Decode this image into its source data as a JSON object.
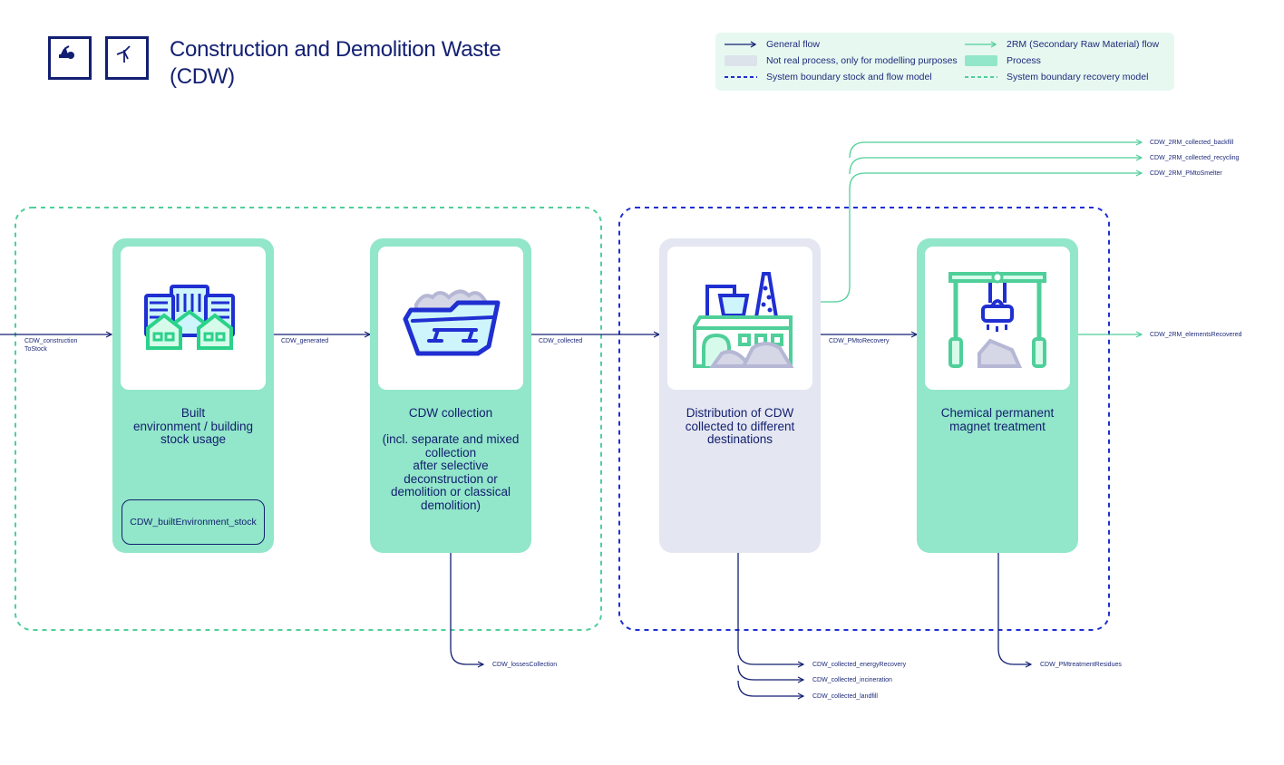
{
  "header": {
    "title_line1": "Construction and Demolition Waste",
    "title_line2": "(CDW)",
    "logos": [
      "excavator-icon",
      "wind-turbine-icon"
    ]
  },
  "legend": {
    "general_flow": "General flow",
    "not_real_process": "Not real process, only for modelling purposes",
    "system_boundary_stock": "System boundary stock and flow model",
    "rm_flow": "2RM (Secondary Raw Material) flow",
    "process": "Process",
    "system_boundary_recovery": "System boundary recovery model"
  },
  "colors": {
    "navy": "#121f72",
    "process_green": "#92e6ca",
    "not_real_grey": "#e4e6f1",
    "rm_flow_green": "#4fcf99",
    "boundary_blue": "#1f2fd1",
    "boundary_green": "#4fcf99"
  },
  "processes": [
    {
      "id": "built-environment",
      "label": "Built\nenvironment / building\nstock usage",
      "type": "process",
      "icon": "buildings-icon",
      "stock": "CDW_builtEnvironment_stock"
    },
    {
      "id": "cdw-collection",
      "label": "CDW collection\n\n(incl. separate and mixed\ncollection\nafter selective\ndeconstruction or\ndemolition or classical\ndemolition)",
      "type": "process",
      "icon": "skip-container-icon"
    },
    {
      "id": "distribution",
      "label": "Distribution of CDW\ncollected to different\ndestinations",
      "type": "not-real",
      "icon": "factory-icon"
    },
    {
      "id": "pm-treatment",
      "label": "Chemical permanent\nmagnet treatment",
      "type": "process",
      "icon": "magnet-crane-icon"
    }
  ],
  "flows": {
    "construction_to_stock": "CDW_construction\nToStock",
    "generated": "CDW_generated",
    "collected": "CDW_collected",
    "pm_to_recovery": "CDW_PMtoRecovery",
    "losses_collection": "CDW_lossesCollection",
    "energy_recovery": "CDW_collected_energyRecovery",
    "incineration": "CDW_collected_incineration",
    "landfill": "CDW_collected_landfill",
    "pm_treatment_residues": "CDW_PMtreatmentResidues",
    "rm_backfill": "CDW_2RM_collected_backfill",
    "rm_recycling": "CDW_2RM_collected_recycling",
    "rm_pm_to_smelter": "CDW_2RM_PMtoSmelter",
    "rm_elements_recovered": "CDW_2RM_elementsRecovered"
  }
}
